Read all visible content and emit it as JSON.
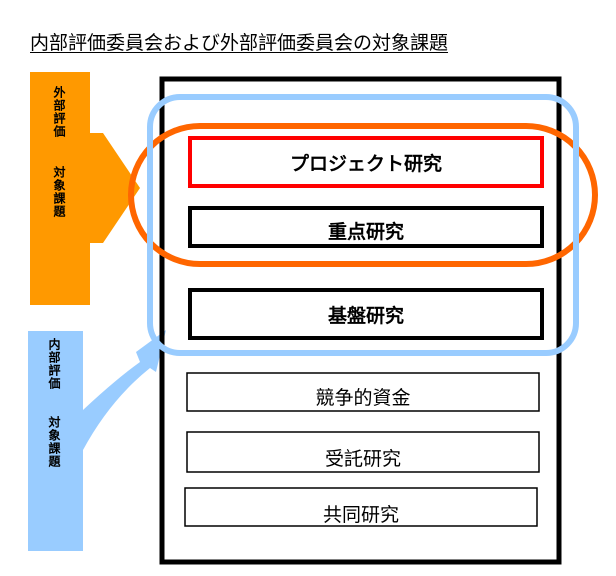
{
  "title": "内部評価委員会および外部評価委員会の対象課題",
  "external_label": {
    "line1": "外部評価",
    "line2": "対象課題"
  },
  "internal_label": {
    "line1": "内部評価",
    "line2": "対象課題"
  },
  "boxes": {
    "project": "プロジェクト研究",
    "priority": "重点研究",
    "basic": "基盤研究",
    "competitive": "競争的資金",
    "commissioned": "受託研究",
    "joint": "共同研究"
  },
  "colors": {
    "external": "#ff9900",
    "internal": "#99ccff",
    "external_ring": "#ff6600",
    "internal_ring": "#99ccff",
    "highlight_box": "#ff0000"
  }
}
